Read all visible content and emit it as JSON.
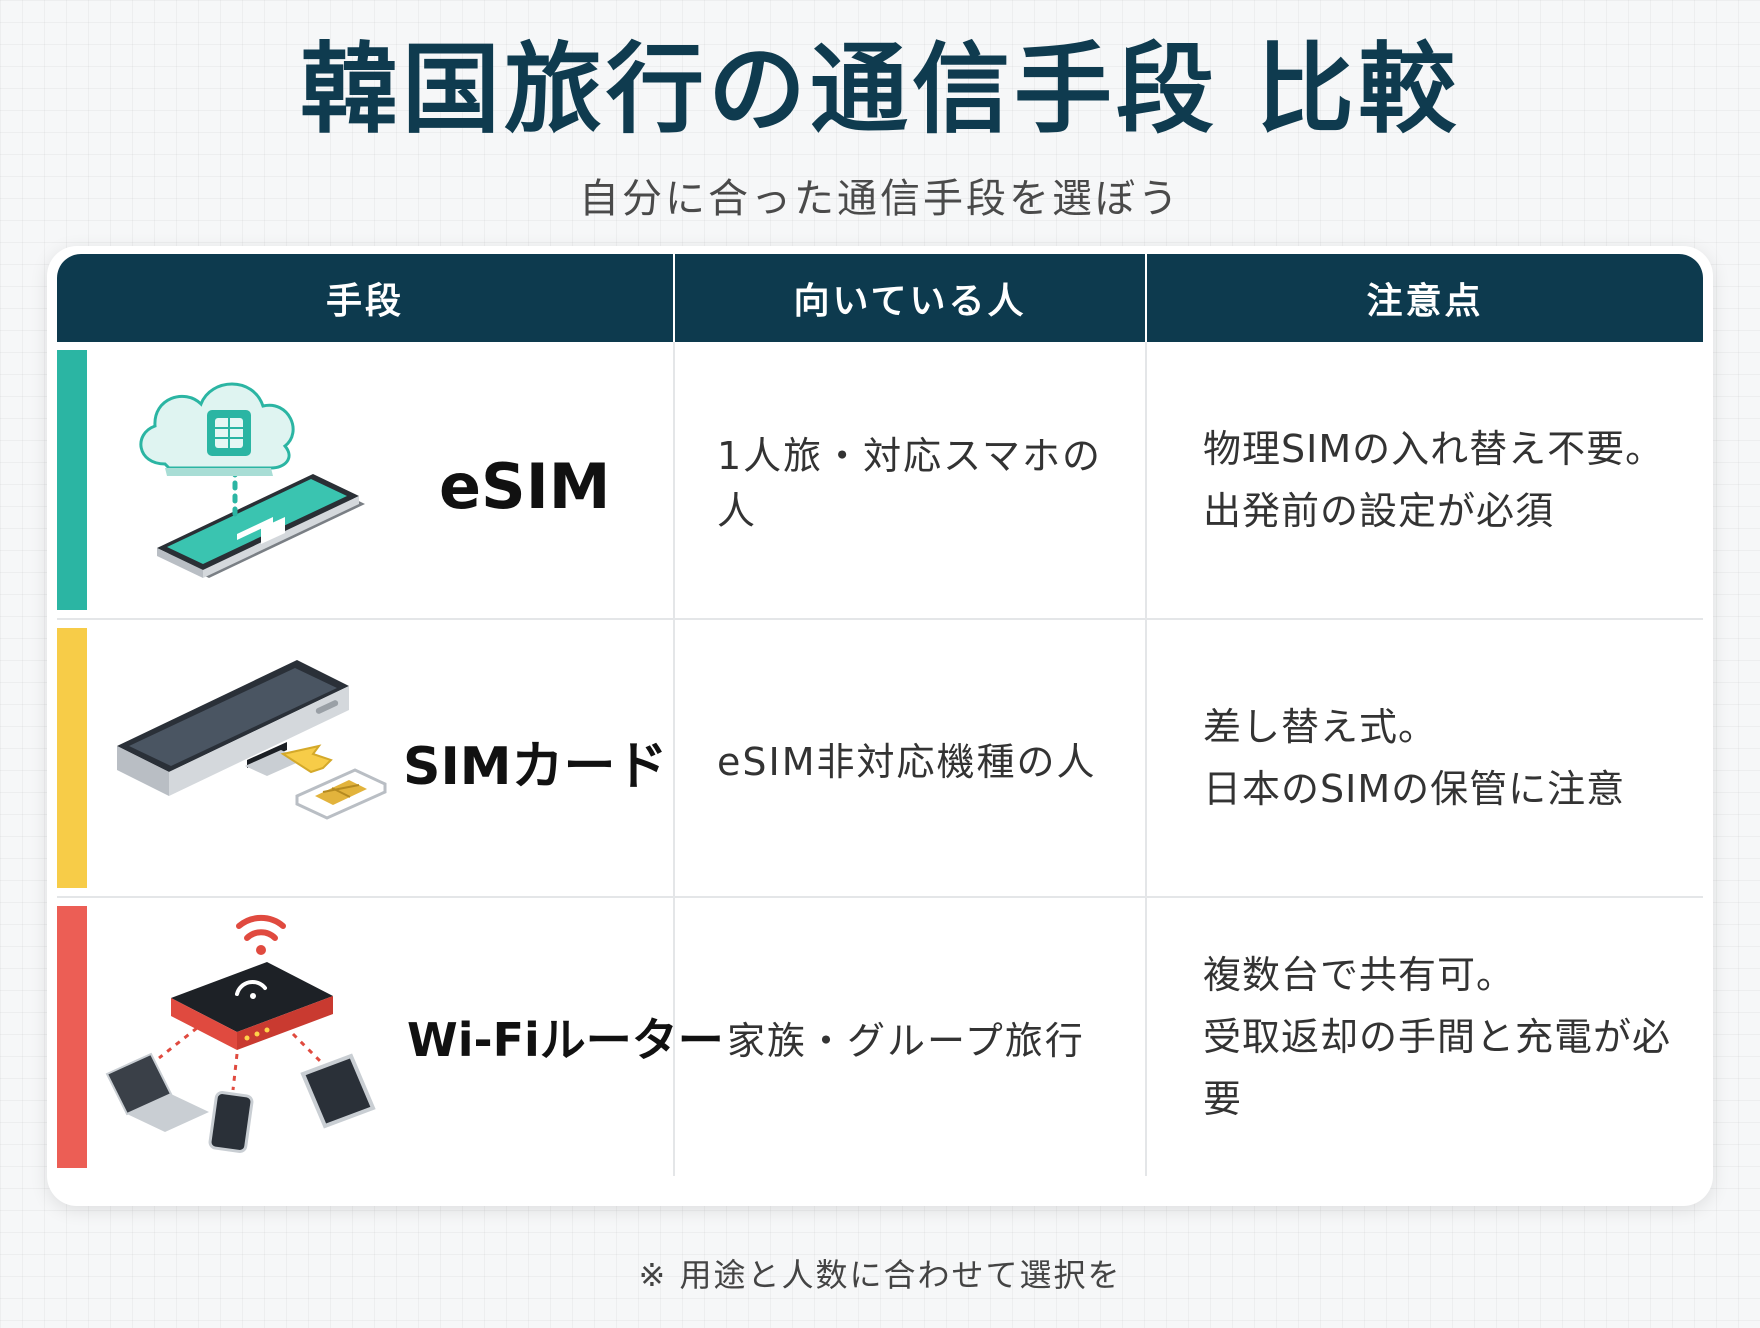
{
  "title": "韓国旅行の通信手段 比較",
  "subtitle": "自分に合った通信手段を選ぼう",
  "table": {
    "headers": [
      "手段",
      "向いている人",
      "注意点"
    ],
    "rows": [
      {
        "method": "eSIM",
        "suited_for": "1人旅・対応スマホの人",
        "notes": [
          "物理SIMの入れ替え不要。",
          "出発前の設定が必須"
        ],
        "accent_color": "#2bb5a3",
        "icon": "esim-cloud-phone-icon"
      },
      {
        "method": "SIMカード",
        "suited_for": "eSIM非対応機種の人",
        "notes": [
          "差し替え式。",
          "日本のSIMの保管に注意"
        ],
        "accent_color": "#f7cc48",
        "icon": "sim-card-tray-icon"
      },
      {
        "method": "Wi-Fiルーター",
        "suited_for": "家族・グループ旅行",
        "notes": [
          "複数台で共有可。",
          "受取返却の手間と充電が必要"
        ],
        "accent_color": "#ec5e55",
        "icon": "wifi-router-devices-icon"
      }
    ]
  },
  "footnote": "※ 用途と人数に合わせて選択を"
}
